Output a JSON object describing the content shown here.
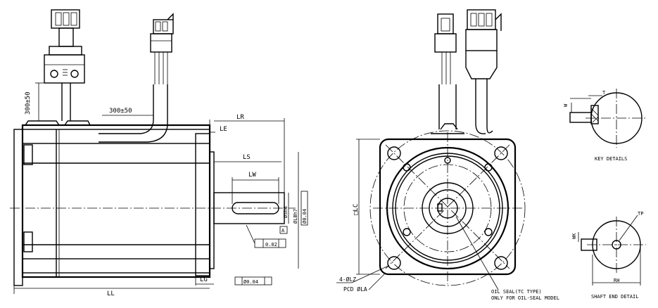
{
  "dims": {
    "cable_len_a": "300±50",
    "cable_len_b": "300±50",
    "LR": "LR",
    "LE": "LE",
    "LS": "LS",
    "LW": "LW",
    "S": "ØSh6",
    "LB": "ØLBh7",
    "conc": "Ø0.04",
    "datum": "A",
    "perp": "0.02",
    "runout": "Ø0.04",
    "LL": "LL",
    "LG": "LG",
    "LC": "□LC",
    "LZ": "4-ØLZ",
    "PCD": "PCD ØLA",
    "W": "W",
    "T": "T",
    "WK": "WK",
    "TP": "TP",
    "RH": "RH"
  },
  "notes": {
    "oil_seal_1": "OIL SEAL(TC TYPE)",
    "oil_seal_2": "ONLY FOR OIL-SEAL MODEL"
  },
  "views": {
    "key_details": "KEY DETAILS",
    "shaft_end": "SHAFT END DETAIL"
  }
}
